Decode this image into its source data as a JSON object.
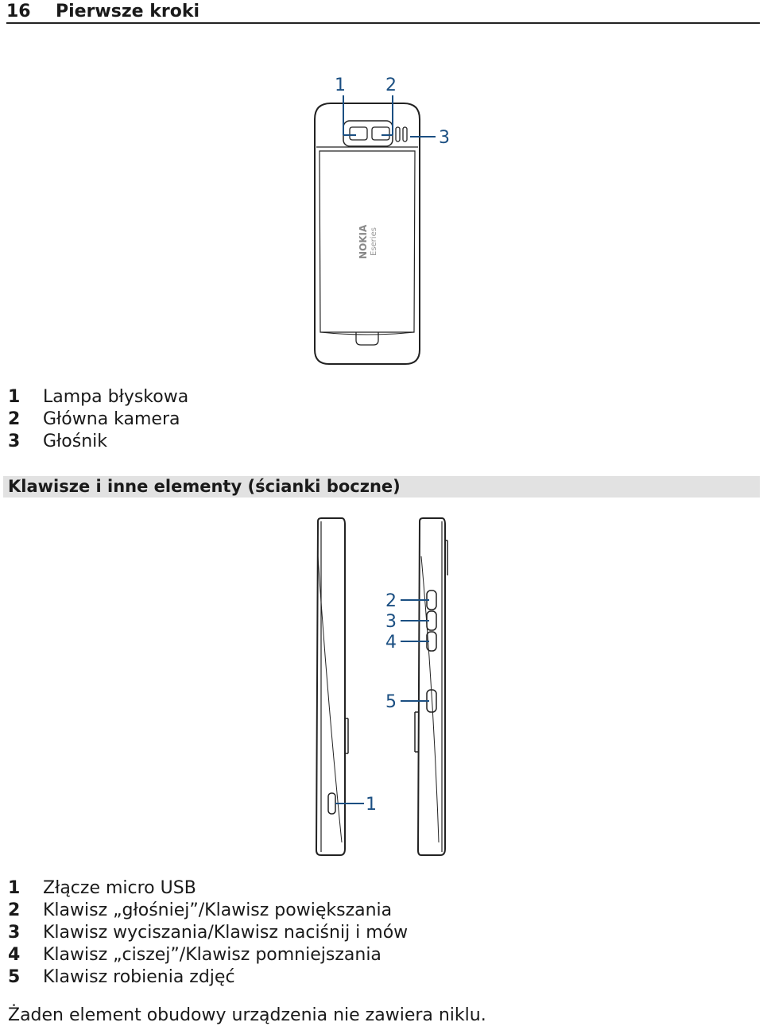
{
  "header": {
    "page_number": "16",
    "chapter_title": "Pierwsze kroki"
  },
  "figure_back": {
    "callouts": [
      "1",
      "2",
      "3"
    ],
    "logo_text": "NOKIA",
    "logo_sub": "Eseries"
  },
  "legend_back": [
    {
      "num": "1",
      "label": "Lampa błyskowa"
    },
    {
      "num": "2",
      "label": "Główna kamera"
    },
    {
      "num": "3",
      "label": "Głośnik"
    }
  ],
  "section": {
    "title": "Klawisze i inne elementy (ścianki boczne)"
  },
  "figure_sides": {
    "callouts": [
      "1",
      "2",
      "3",
      "4",
      "5"
    ]
  },
  "legend_sides": [
    {
      "num": "1",
      "label": "Złącze micro USB"
    },
    {
      "num": "2",
      "label": "Klawisz „głośniej”/Klawisz powiększania"
    },
    {
      "num": "3",
      "label": "Klawisz wyciszania/Klawisz naciśnij i mów"
    },
    {
      "num": "4",
      "label": "Klawisz „ciszej”/Klawisz pomniejszania"
    },
    {
      "num": "5",
      "label": "Klawisz robienia zdjęć"
    }
  ],
  "footer": {
    "note": "Żaden element obudowy urządzenia nie zawiera niklu."
  },
  "colors": {
    "callout": "#1b4f82",
    "section_bar": "#e2e2e2"
  }
}
